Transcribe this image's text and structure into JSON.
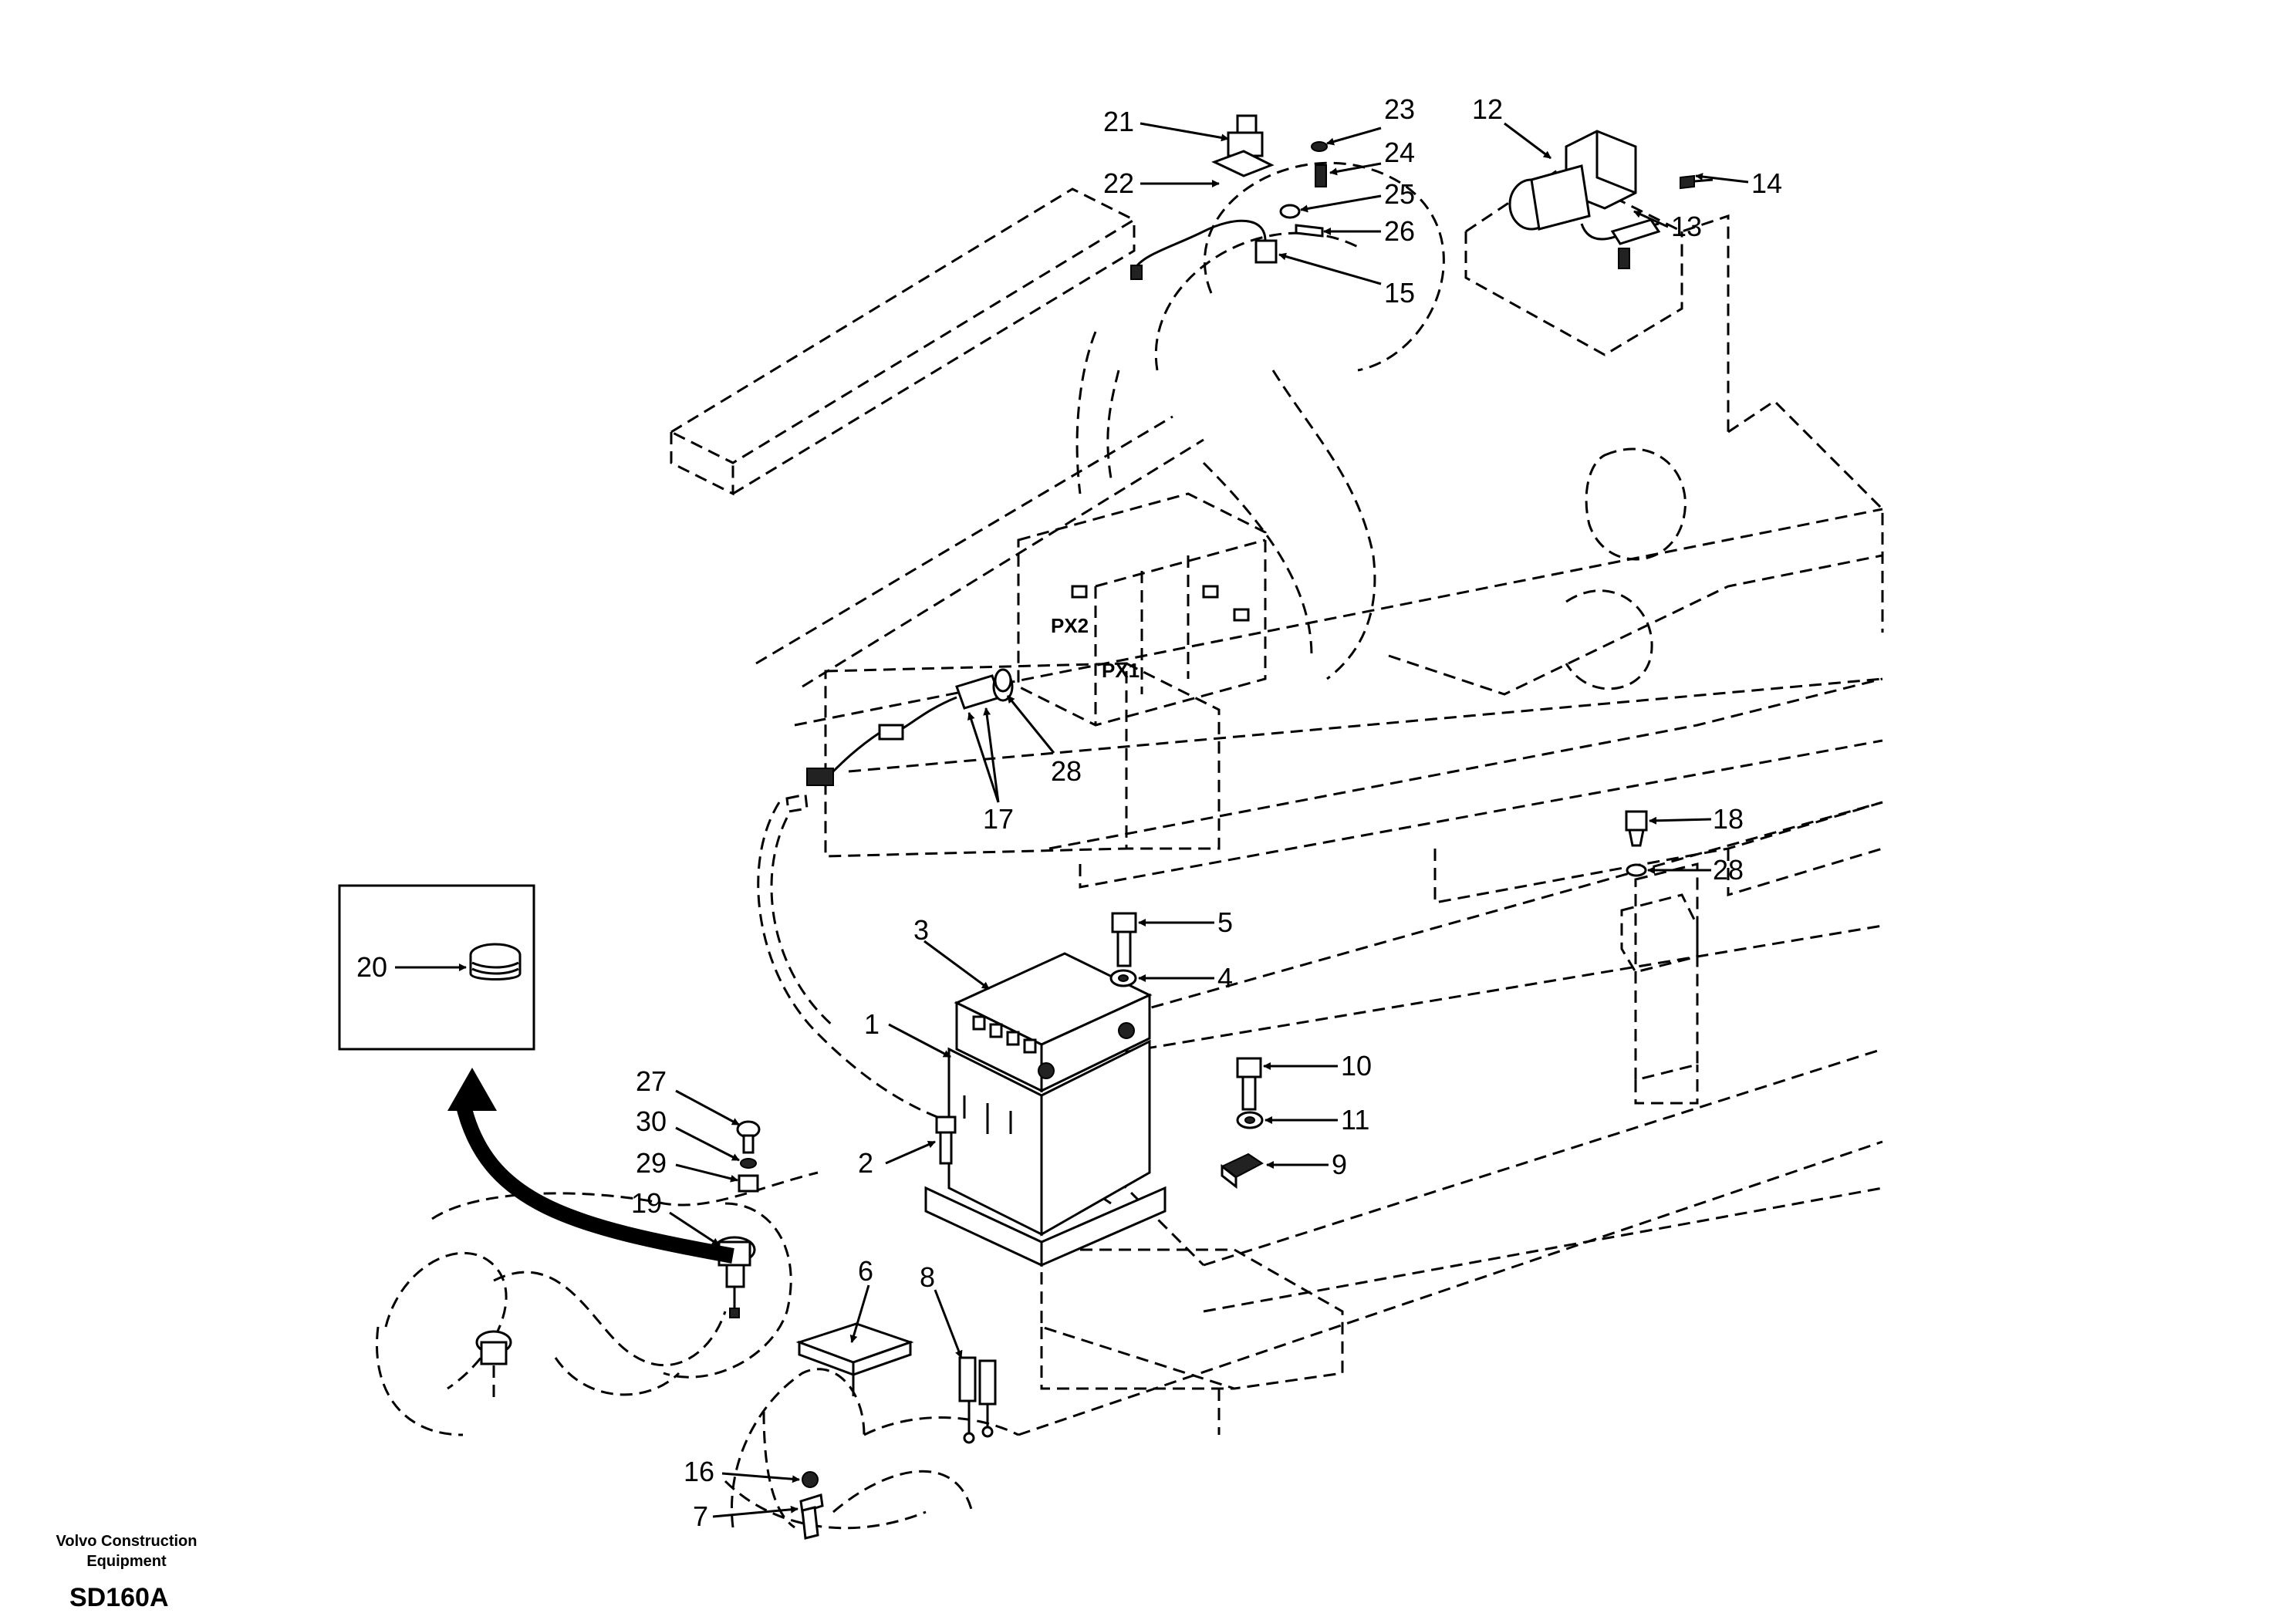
{
  "callouts": {
    "c1": "1",
    "c2": "2",
    "c3": "3",
    "c4": "4",
    "c5": "5",
    "c6": "6",
    "c7": "7",
    "c8": "8",
    "c9": "9",
    "c10": "10",
    "c11": "11",
    "c12": "12",
    "c13": "13",
    "c14": "14",
    "c15": "15",
    "c16": "16",
    "c17": "17",
    "c18": "18",
    "c19": "19",
    "c20": "20",
    "c21": "21",
    "c22": "22",
    "c23": "23",
    "c24": "24",
    "c25": "25",
    "c26": "26",
    "c27": "27",
    "c28a": "28",
    "c28b": "28",
    "c29": "29",
    "c30": "30"
  },
  "ports": {
    "px1": "PX1",
    "px2": "PX2"
  },
  "footer": {
    "brand_line1": "Volvo Construction",
    "brand_line2": "Equipment",
    "code": "SD160A"
  },
  "colors": {
    "ink": "#000000",
    "paper": "#ffffff"
  }
}
